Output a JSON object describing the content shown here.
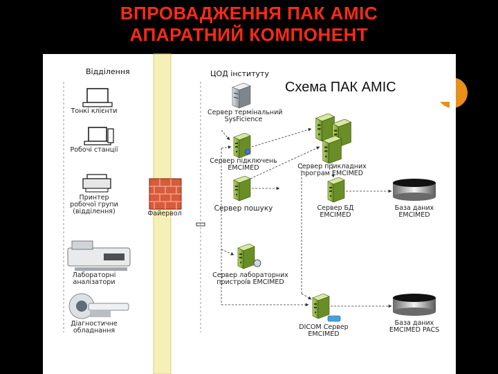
{
  "title": {
    "line1": "ВПРОВАДЖЕННЯ ПАК АМІС",
    "line2": "АПАРАТНИЙ КОМПОНЕНТ"
  },
  "callout": "Схема ПАК АМІС",
  "headers": {
    "department": "Відділення",
    "data_center": "ЦОД інституту"
  },
  "nodes": {
    "thin_clients": "Тонкі клієнти",
    "workstations": "Робочі станції",
    "printer": [
      "Принтер",
      "робочої групи",
      "(відділення)"
    ],
    "lab_analyzers": [
      "Лабораторні",
      "аналізатори"
    ],
    "diagnostic": [
      "Діагностичне",
      "обладнання"
    ],
    "firewall": "Файервол",
    "terminal_server": [
      "Сервер термінальний",
      "SysFicience"
    ],
    "connection_server": [
      "Сервер підключень",
      "EMCIMED"
    ],
    "app_server": [
      "Сервер прикладних",
      "програм EMCIMED"
    ],
    "search_server": "Сервер пошуку",
    "db_server": [
      "Сервер БД",
      "EMCIMED"
    ],
    "database": [
      "База даних",
      "EMCIMED"
    ],
    "lab_server": [
      "Сервер лабораторних",
      "пристроїв EMCIMED"
    ],
    "dicom_server": [
      "DICOM Сервер",
      "EMCIMED"
    ],
    "pacs_db": [
      "База даних",
      "EMCIMED PACS"
    ]
  },
  "colors": {
    "title": "#ff2a14",
    "firewall_column": "#f5f0b8",
    "server_green": "#7ea83a"
  }
}
